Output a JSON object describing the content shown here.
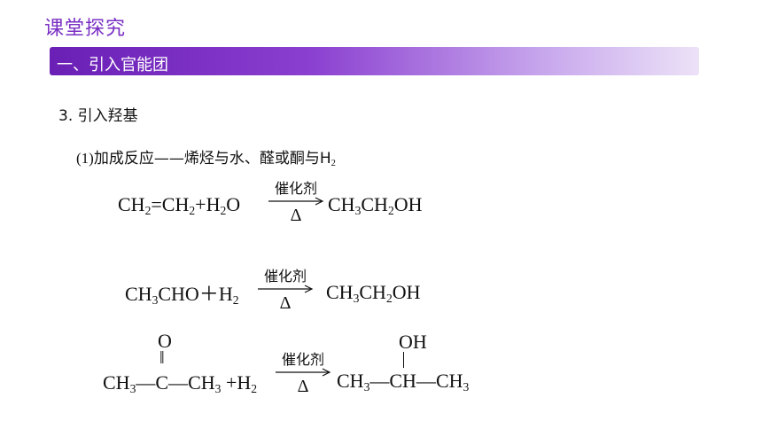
{
  "header": {
    "title": "课堂探究"
  },
  "section": {
    "label": "一、引入官能团"
  },
  "subheading": "3. 引入羟基",
  "point": {
    "prefix": "(1)",
    "text": "加成反应——烯烃与水、醛或酮与H",
    "h_sub": "2"
  },
  "eq1": {
    "left": [
      "CH",
      "2",
      "=CH",
      "2",
      "+H",
      "2",
      "O"
    ],
    "catalyst": "催化剂",
    "condition": "Δ",
    "right": [
      "CH",
      "3",
      "CH",
      "2",
      "OH"
    ]
  },
  "eq2": {
    "left": [
      "CH",
      "3",
      "CHO＋H",
      "2"
    ],
    "catalyst": "催化剂",
    "condition": "Δ",
    "right": [
      "CH",
      "3",
      "CH",
      "2",
      "OH"
    ]
  },
  "eq3": {
    "o_atom": "O",
    "double_bond": "‖",
    "left_ch3": "CH",
    "left_ch3_sub": "3",
    "bond1": "—C—",
    "mid_ch3": "CH",
    "mid_ch3_sub": "3",
    "h2": "+H",
    "h2_sub": "2",
    "catalyst": "催化剂",
    "condition": "Δ",
    "oh_group": "OH",
    "right_ch3a": "CH",
    "right_ch3a_sub": "3",
    "ch_center": "—CH—",
    "right_ch3b": "CH",
    "right_ch3b_sub": "3"
  }
}
